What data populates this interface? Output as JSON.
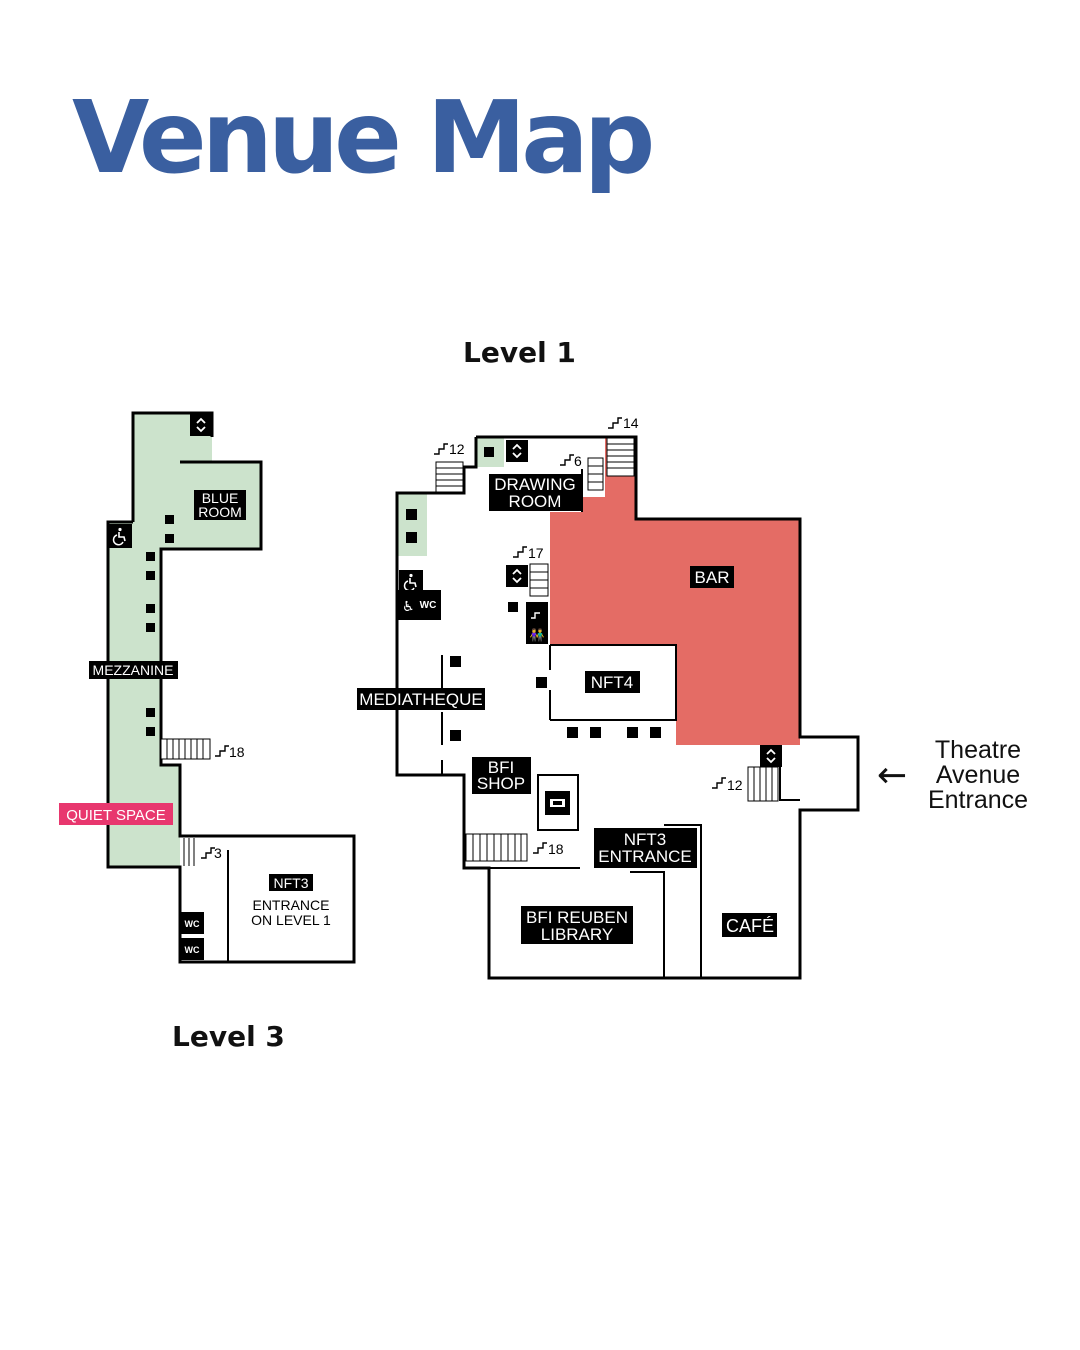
{
  "title": "Venue Map",
  "levels": {
    "level1": "Level 1",
    "level3": "Level 3"
  },
  "level3_rooms": {
    "blue_room": [
      "BLUE",
      "ROOM"
    ],
    "mezzanine": "MEZZANINE",
    "quiet_space": "QUIET SPACE",
    "nft3": "NFT3",
    "nft3_note": [
      "ENTRANCE",
      "ON LEVEL 1"
    ],
    "wc": "WC"
  },
  "level1_rooms": {
    "drawing_room": [
      "DRAWING",
      "ROOM"
    ],
    "bar": "BAR",
    "nft4": "NFT4",
    "mediatheque": "MEDIATHEQUE",
    "bfi_shop": [
      "BFI",
      "SHOP"
    ],
    "nft3_entrance": [
      "NFT3",
      "ENTRANCE"
    ],
    "library": [
      "BFI REUBEN",
      "LIBRARY"
    ],
    "cafe": "CAFÉ",
    "wc": "WC"
  },
  "stair_numbers": {
    "l3_18": "18",
    "l3_3": "3",
    "l1_12a": "12",
    "l1_6": "6",
    "l1_14": "14",
    "l1_17": "17",
    "l1_18": "18",
    "l1_12b": "12"
  },
  "entrance": {
    "arrow": "←",
    "lines": [
      "Theatre",
      "Avenue",
      "Entrance"
    ]
  },
  "colors": {
    "title": "#3a5fa0",
    "green_zone": "#cce3cc",
    "bar": "#e46c65",
    "quiet_space": "#e8376e"
  }
}
